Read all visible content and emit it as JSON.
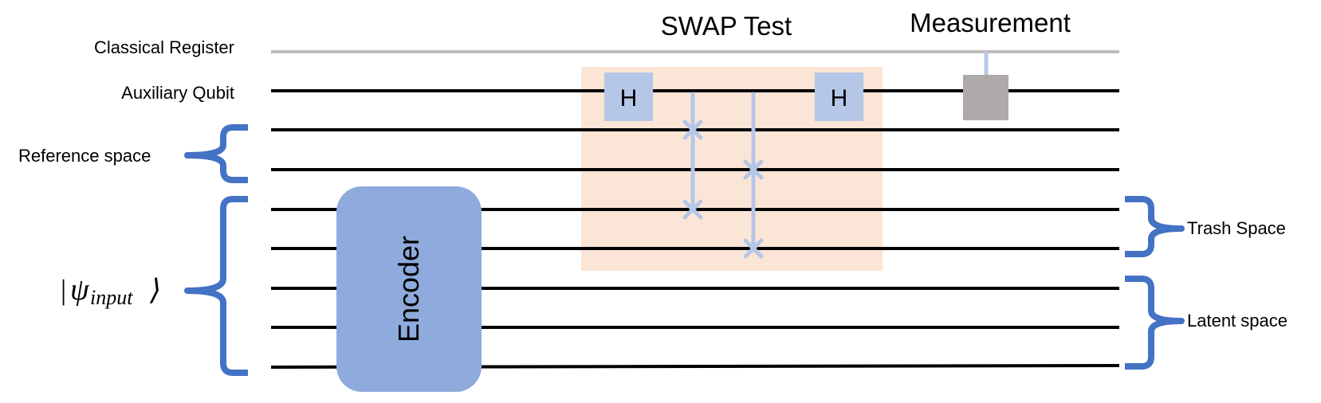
{
  "labels": {
    "classical_register": "Classical Register",
    "auxiliary_qubit": "Auxiliary Qubit",
    "reference_space": "Reference space",
    "input_state_symbol": "ψ",
    "input_state_subscript": "input",
    "trash_space": "Trash Space",
    "latent_space": "Latent space",
    "swap_test_title": "SWAP Test",
    "measurement_title": "Measurement",
    "encoder": "Encoder",
    "hadamard_gate": "H"
  },
  "colors": {
    "wire": "#000000",
    "classical_wire": "#bfbbbb",
    "brace": "#4472c4",
    "encoder_fill": "#8faadc",
    "gate_fill": "#b4c7e7",
    "swap_region_fill": "#fbe5d6",
    "measurement_fill": "#aeaaaa",
    "connector": "#b4c7e7"
  }
}
